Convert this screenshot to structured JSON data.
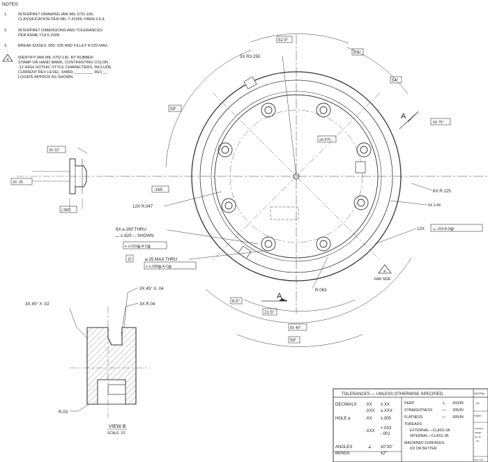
{
  "notes": {
    "header": "NOTES:",
    "n1_num": "1.",
    "n1_l1": "INTERPRET DRAWING IAW MIL-STD-100,",
    "n1_l2": "CLASSIFICATION PER MIL-T-31000, PARA 3.6.4.",
    "n2_num": "2.",
    "n2_l1": "INTERPRET DIMENSIONS AND TOLERANCES",
    "n2_l2": "PER ASME Y14.5-2009.",
    "n3_num": "3.",
    "n3_l1": "BREAK EDGES .005-.025 AND FILLET R.020 MAX.",
    "n4_flag": "4",
    "n4_l1": "IDENTIFY IAW MIL-STD-130, BY RUBBER",
    "n4_l2": "STAMP OR HAND MARK, CONTRASTING COLOR,",
    "n4_l3": ".12 HIGH GOTHIC STYLE CHARACTERS, INCLUDE",
    "n4_l4": "CURRENT REV LEVEL: 64869-_________ REV__.",
    "n4_l5": "LOCATE APPROX AS SHOWN."
  },
  "dims": {
    "ang_52_5": "52.5°",
    "ang_8_5_top": "8.5°",
    "r3_250": "3X R3.250",
    "ang_54": "54°",
    "ang_59_left": "59°",
    "dia_6_670": "⌀6.670",
    "section_a_top": "A",
    "ang_6x_75": "6X 75°",
    "r6x_125": "6X R.125",
    "r6x_349": "6X 3.49",
    "ang_3x_22": "3X 22°",
    "dim_25": "3X .25",
    "dim_165": ".165",
    "dim_380": "(.380)",
    "r12x_047": "12X R.047",
    "holes_l1": "8X ⌀.290 THRU",
    "holes_l2": "⌴ ⌀.625 ⌵ SHOWN",
    "fcf1": "⌖ ⌀.015Ⓜ A CⓂ",
    "datum_d": "D",
    "thru_l1": "⌀.25 MAX THRU",
    "fcf2": "⌖ ⌀.030Ⓜ A CⓂ",
    "profile_12x": "12X",
    "fcf3": "⌓ .010 A DⓂ",
    "flag4_far": "4",
    "far_side": "FAR SIDE",
    "r063": "R.063",
    "section_a_bottom": "A",
    "ang_8_5_bot": "8.5°",
    "ang_21_5": "21.5°",
    "ang_8x_45": "8X 45°",
    "ang_59_bot": "59°",
    "chamfer_3x_04": "3X 45° X .04",
    "chamfer_3x_02": "3X 45° X .02",
    "r3x_04": "3X R.04",
    "r03": "R.03",
    "view_b": "VIEW B",
    "scale": "SCALE: 2/1"
  },
  "tolerances": {
    "title": "TOLERANCES — UNLESS OTHERWISE SPECIFIED",
    "decimals": "DECIMALS",
    "xx": ".XX",
    "xx_val": "±.XX",
    "xxx": ".XXX",
    "xxx_val": "±.XXX",
    "hole": "HOLE ⌀",
    "hole_xx": ".XX",
    "hole_xx_val": "±.005",
    "hole_xxx": ".XXX",
    "hole_plus": "+.003",
    "hole_minus": "-.001",
    "angles": "ANGLES",
    "bends": "BENDS",
    "angles_val": "±0°30'",
    "bends_val": "±2°",
    "perp": "PERP",
    "perp_val": ".003/IN",
    "straight": "STRAIGHTNESS",
    "straight_val": ".005/IN",
    "flat": "FLATNESS",
    "flat_val": ".005/IN",
    "threads": "THREADS:",
    "ext": "EXTERNAL—CLASS 2A",
    "int": "INTERNAL—CLASS 2B",
    "machined": "MACHINED SURFACES:",
    "machined_val": "63/ OR BETTER",
    "c_material": "MATERIAL",
    "c_al": "AL",
    "c_finish": "FINISH",
    "c_unless": "UNLESS",
    "c_dims": "DIMEN",
    "c_all": "ALL DI",
    "c_do": "DO",
    "c_calc": "CALC WT"
  }
}
